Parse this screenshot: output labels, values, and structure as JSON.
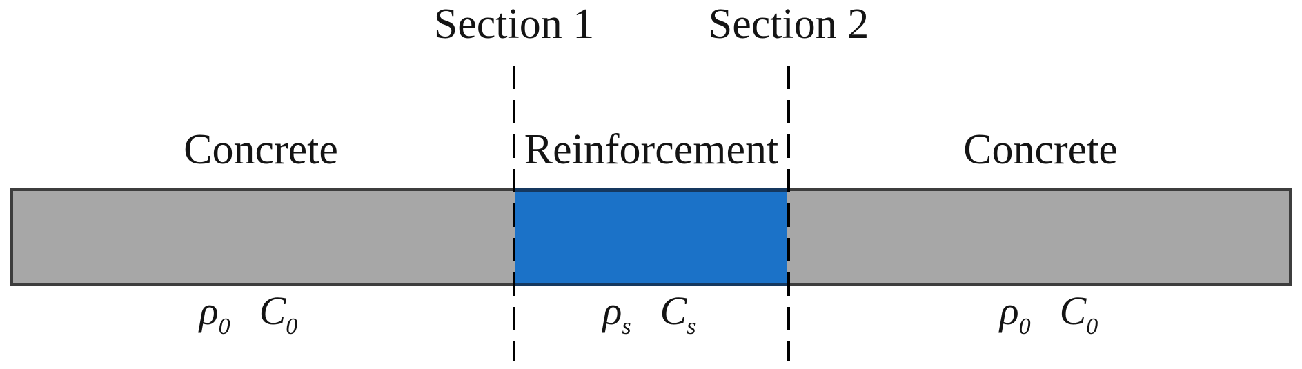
{
  "figure": {
    "title_hint": "Concrete bar with reinforcement segment between two cut sections",
    "sections": [
      {
        "label": "Section 1"
      },
      {
        "label": "Section 2"
      }
    ],
    "regions": [
      {
        "id": "concrete-left",
        "material": "Concrete",
        "density_symbol": "ρ",
        "density_sub": "0",
        "capacity_symbol": "C",
        "capacity_sub": "0"
      },
      {
        "id": "reinforcement",
        "material": "Reinforcement",
        "density_symbol": "ρ",
        "density_sub": "s",
        "capacity_symbol": "C",
        "capacity_sub": "s"
      },
      {
        "id": "concrete-right",
        "material": "Concrete",
        "density_symbol": "ρ",
        "density_sub": "0",
        "capacity_symbol": "C",
        "capacity_sub": "0"
      }
    ],
    "colors": {
      "background": "#ffffff",
      "concrete_fill": "#a7a7a7",
      "bar_border": "#3d3d3d",
      "reinforcement_fill": "#1b72c8",
      "reinforcement_border": "#15385f",
      "dashed_line": "#000000"
    }
  }
}
